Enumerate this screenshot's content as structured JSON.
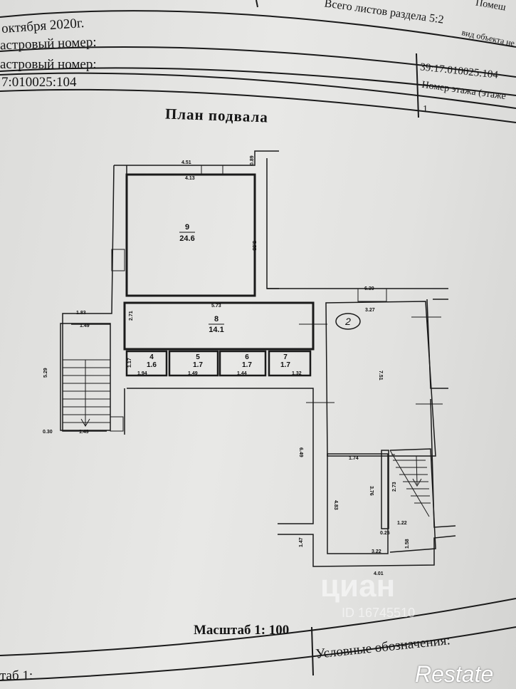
{
  "header": {
    "date_fragment": "октября 2020г.",
    "cadastral_label_1": "астровый номер:",
    "cadastral_label_2": "астровый номер:",
    "cadastral_value_left": "7:010025:104",
    "sheets_total": "Всего листов раздела 5:2",
    "premises_fragment": "Помеш",
    "object_type_fragment": "вид объекта не",
    "cadastral_value_right": "39:17:010025:104",
    "floor_number_label": "Номер этажа (этаже",
    "floor_number_value": "1"
  },
  "plan": {
    "title": "План подвала",
    "rooms": [
      {
        "number": "9",
        "area": "24.6"
      },
      {
        "number": "8",
        "area": "14.1"
      },
      {
        "number": "4",
        "area": "1.6"
      },
      {
        "number": "5",
        "area": "1.7"
      },
      {
        "number": "6",
        "area": "1.7"
      },
      {
        "number": "7",
        "area": "1.7"
      }
    ],
    "circled_label": "2",
    "dimensions": [
      "4.51",
      "4.13",
      "0.89",
      "5.55",
      "5.73",
      "2.71",
      "1.17",
      "1.94",
      "1.49",
      "1.44",
      "1.32",
      "1.83",
      "1.49",
      "5.29",
      "0.30",
      "1.49",
      "6.39",
      "3.27",
      "7.51",
      "6.49",
      "1.74",
      "3.76",
      "4.83",
      "2.73",
      "1.22",
      "0.25",
      "3.22",
      "4.01",
      "1.47",
      "1.58"
    ]
  },
  "footer": {
    "scale": "Масштаб 1: 100",
    "scale_label_fragment": "таб 1:",
    "legend_label": "Условные обозначения:"
  },
  "watermarks": {
    "cian": "циан",
    "cian_id": "ID 16745510",
    "restate": "Restate"
  }
}
